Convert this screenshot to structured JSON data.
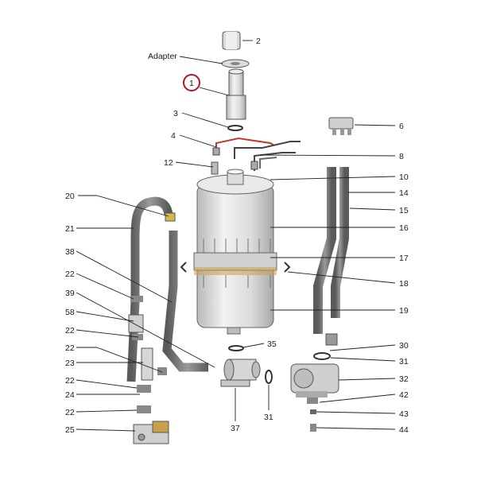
{
  "callouts": [
    {
      "id": "c2",
      "text": "2"
    },
    {
      "id": "cA",
      "text": "Adapter"
    },
    {
      "id": "c1",
      "text": "1"
    },
    {
      "id": "c3",
      "text": "3"
    },
    {
      "id": "c6",
      "text": "6"
    },
    {
      "id": "c4",
      "text": "4"
    },
    {
      "id": "c8",
      "text": "8"
    },
    {
      "id": "c12",
      "text": "12"
    },
    {
      "id": "c10",
      "text": "10"
    },
    {
      "id": "c20",
      "text": "20"
    },
    {
      "id": "c14",
      "text": "14"
    },
    {
      "id": "c15",
      "text": "15"
    },
    {
      "id": "c21",
      "text": "21"
    },
    {
      "id": "c16",
      "text": "16"
    },
    {
      "id": "c38",
      "text": "38"
    },
    {
      "id": "c17",
      "text": "17"
    },
    {
      "id": "c22a",
      "text": "22"
    },
    {
      "id": "c18",
      "text": "18"
    },
    {
      "id": "c39",
      "text": "39"
    },
    {
      "id": "c58",
      "text": "58"
    },
    {
      "id": "c19",
      "text": "19"
    },
    {
      "id": "c22b",
      "text": "22"
    },
    {
      "id": "c35",
      "text": "35"
    },
    {
      "id": "c22c",
      "text": "22"
    },
    {
      "id": "c30",
      "text": "30"
    },
    {
      "id": "c23",
      "text": "23"
    },
    {
      "id": "c31a",
      "text": "31"
    },
    {
      "id": "c22d",
      "text": "22"
    },
    {
      "id": "c32",
      "text": "32"
    },
    {
      "id": "c24",
      "text": "24"
    },
    {
      "id": "c42",
      "text": "42"
    },
    {
      "id": "c22e",
      "text": "22"
    },
    {
      "id": "c43",
      "text": "43"
    },
    {
      "id": "c37",
      "text": "37"
    },
    {
      "id": "c31b",
      "text": "31"
    },
    {
      "id": "c25",
      "text": "25"
    },
    {
      "id": "c44",
      "text": "44"
    }
  ],
  "highlight": {
    "ring_color": "#b3142a",
    "part": "1"
  },
  "colors": {
    "part_fill": "#e6e6e6",
    "part_dark": "#8c8c8c",
    "hose": "#6e6e6e",
    "wire_red": "#c0392b",
    "brass": "#c9a14a"
  }
}
